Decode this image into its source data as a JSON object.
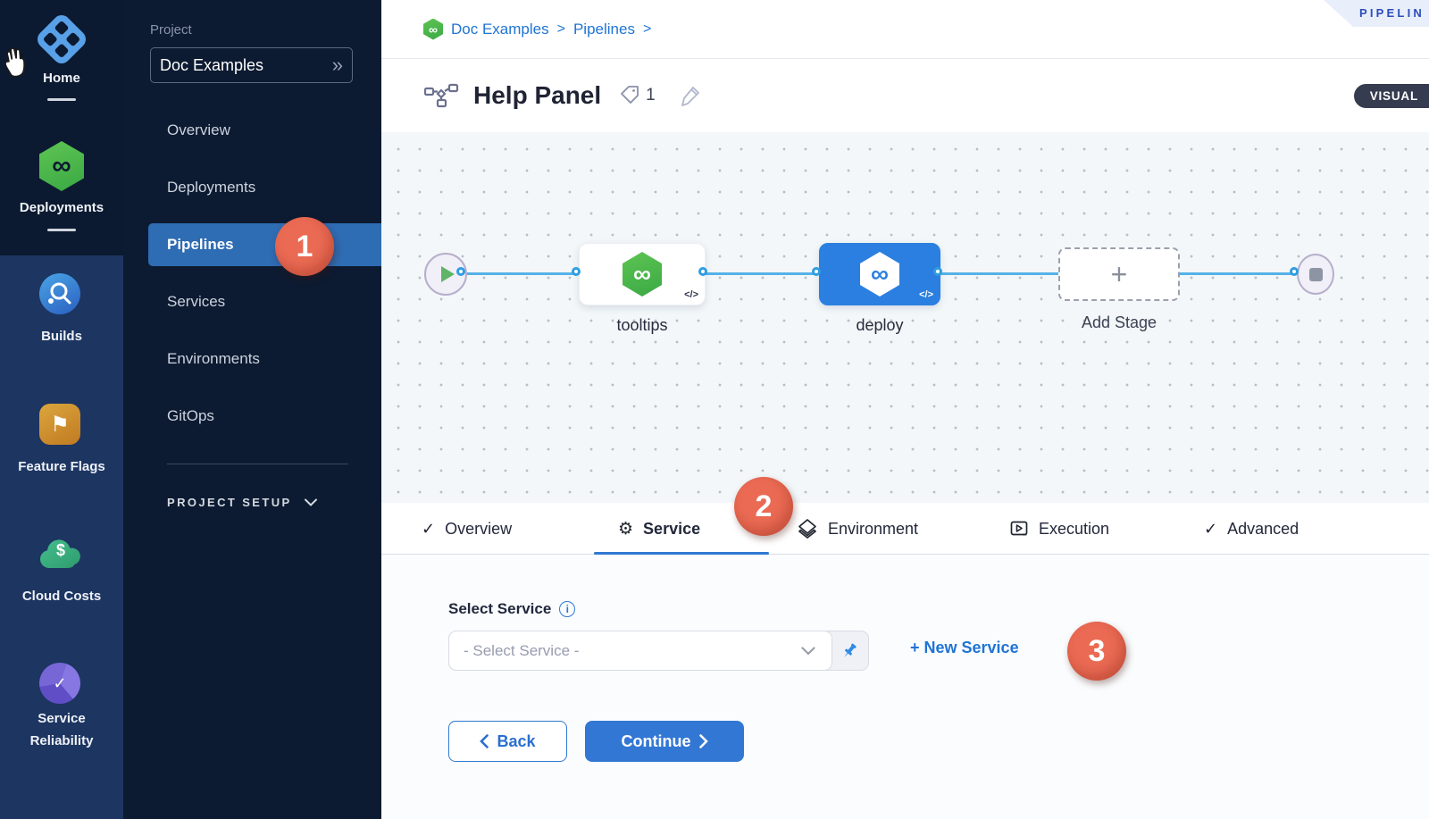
{
  "icons": {
    "double_chevron": "»",
    "breadcrumb_separator": ">",
    "plus": "+",
    "infinity": "∞",
    "check": "✓",
    "gear": "⚙",
    "code_toggle": "</>",
    "info": "i",
    "dollar": "$",
    "flag": "⚑"
  },
  "module_rail": {
    "items": [
      {
        "label": "Home"
      },
      {
        "label": "Deployments"
      },
      {
        "label": "Builds"
      },
      {
        "label": "Feature Flags"
      },
      {
        "label": "Cloud Costs"
      },
      {
        "label": "Service Reliability"
      }
    ]
  },
  "project_nav": {
    "section_label": "Project",
    "project_name": "Doc Examples",
    "items": [
      {
        "label": "Overview"
      },
      {
        "label": "Deployments"
      },
      {
        "label": "Pipelines",
        "active": true
      },
      {
        "label": "Services"
      },
      {
        "label": "Environments"
      },
      {
        "label": "GitOps"
      }
    ],
    "setup_label": "PROJECT SETUP"
  },
  "header": {
    "breadcrumb": [
      {
        "label": "Doc Examples"
      },
      {
        "label": "Pipelines"
      }
    ],
    "ribbon_label": "PIPELIN",
    "title": "Help Panel",
    "tag_count": "1",
    "mode_toggle": "VISUAL"
  },
  "canvas": {
    "nodes": [
      {
        "label": "tooltips"
      },
      {
        "label": "deploy"
      },
      {
        "label": "Add Stage"
      }
    ]
  },
  "tabs": [
    {
      "label": "Overview"
    },
    {
      "label": "Service",
      "active": true
    },
    {
      "label": "Environment"
    },
    {
      "label": "Execution"
    },
    {
      "label": "Advanced"
    }
  ],
  "form": {
    "select_label": "Select Service",
    "select_placeholder": "- Select Service -",
    "new_service": "+ New Service",
    "back": "Back",
    "continue": "Continue"
  },
  "annotations": [
    {
      "number": "1"
    },
    {
      "number": "2"
    },
    {
      "number": "3"
    }
  ],
  "colors": {
    "accent_blue": "#2f78d2",
    "badge_red": "#ea6a53",
    "nav_highlight": "#2e6cb3",
    "harness_green": "#45b649",
    "node_blue": "#2b7fe0",
    "connector_blue": "#56b2e8"
  }
}
